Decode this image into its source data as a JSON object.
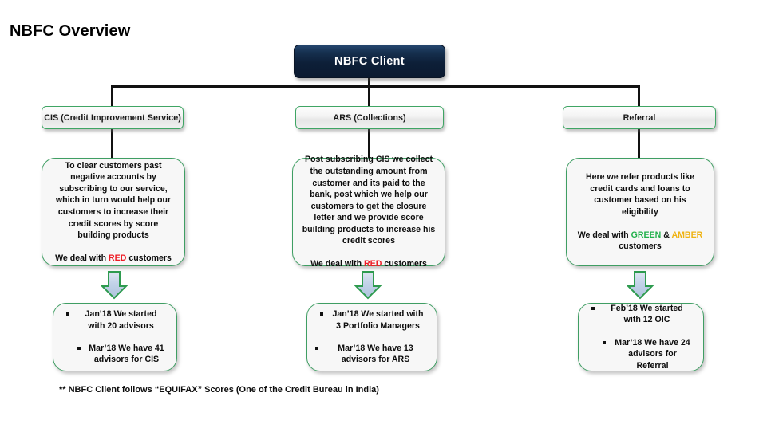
{
  "page": {
    "title": "NBFC Overview",
    "footnote": "** NBFC Client follows “EQUIFAX” Scores (One of the Credit Bureau in India)"
  },
  "colors": {
    "root_fill": "#0d1f38",
    "node_border": "#3f9e63",
    "node_fill": "#f7f7f7",
    "connector": "#111111",
    "red": "#ee1c25",
    "green": "#22b14c",
    "amber": "#efb313",
    "arrow_outline": "#2e9b4f",
    "arrow_fill": "#c5d4e8"
  },
  "root": {
    "label": "NBFC Client"
  },
  "branches": [
    {
      "id": "cis",
      "pill_label": "CIS (Credit Improvement Service)",
      "description": "To clear customers past negative accounts by subscribing to our service, which in turn would help our  customers to increase their credit scores by score building products",
      "deal_line": {
        "prefix": "We deal with ",
        "segments": [
          {
            "text": "RED",
            "color": "red"
          }
        ],
        "suffix": " customers"
      },
      "arrow_icon": "down-arrow-icon",
      "stats": [
        {
          "text": "Jan’18 We started with 20 advisors",
          "indent": "indent-1"
        },
        {
          "text": "Mar’18 We have 41 advisors for CIS",
          "indent": "indent-2"
        }
      ]
    },
    {
      "id": "ars",
      "pill_label": "ARS (Collections)",
      "description": "Post subscribing CIS we collect the outstanding amount from customer and its paid to the bank, post which we help our customers to get the closure letter and we provide score building products to increase his credit scores",
      "deal_line": {
        "prefix": "We deal with ",
        "segments": [
          {
            "text": "RED",
            "color": "red"
          }
        ],
        "suffix": " customers"
      },
      "arrow_icon": "down-arrow-icon",
      "stats": [
        {
          "text": "Jan’18 We started with 3 Portfolio Managers",
          "indent": "indent-1"
        },
        {
          "text": "Mar’18 We have 13 advisors for ARS",
          "indent": "indent-0"
        }
      ]
    },
    {
      "id": "referral",
      "pill_label": "Referral",
      "description": "Here we refer products like credit cards and loans to customer based on his eligibility",
      "deal_line": {
        "prefix": "We deal with ",
        "segments": [
          {
            "text": "GREEN",
            "color": "green"
          },
          {
            "text": " & ",
            "color": "plain"
          },
          {
            "text": "AMBER",
            "color": "amber"
          }
        ],
        "suffix": " customers"
      },
      "arrow_icon": "down-arrow-icon",
      "stats": [
        {
          "text": "Feb’18 We started with 12 OIC",
          "indent": "indent-1"
        },
        {
          "text": "Mar’18 We have 24 advisors for Referral",
          "indent": "indent-2"
        }
      ]
    }
  ]
}
